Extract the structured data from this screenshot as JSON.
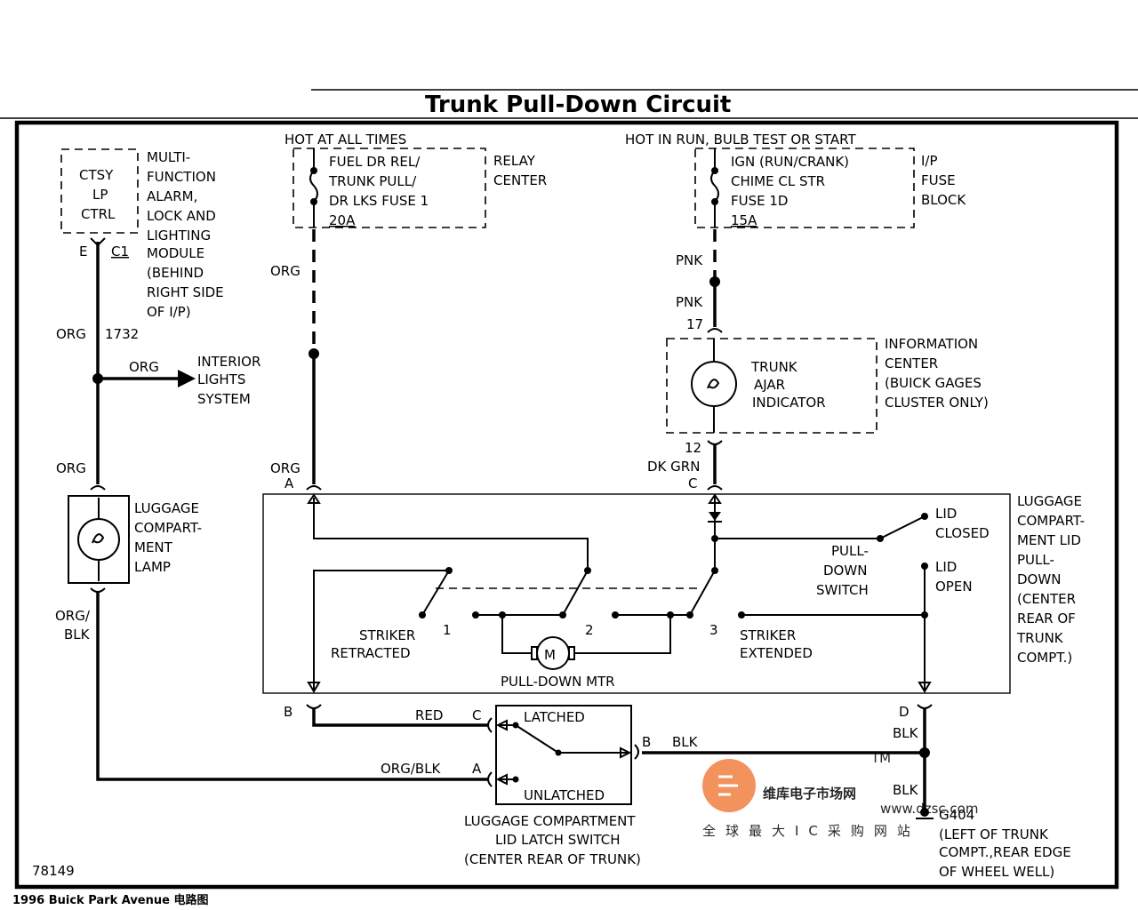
{
  "header": {
    "title": "Trunk  Pull-Down Circuit"
  },
  "footer": {
    "caption": "1996   Buick   Park Avenue   电路图",
    "figure_number": "78149"
  },
  "components": {
    "ctsy": {
      "lines": [
        "CTSY",
        "LP",
        "CTRL"
      ]
    },
    "mfa": {
      "lines": [
        "MULTI-",
        "FUNCTION",
        "ALARM,",
        "LOCK AND",
        "LIGHTING",
        "MODULE",
        "(BEHIND",
        "RIGHT SIDE",
        "OF I/P)"
      ]
    },
    "relay_fuse": {
      "lines": [
        "FUEL DR REL/",
        "TRUNK PULL/",
        "DR LKS FUSE 1"
      ],
      "rating": "20A"
    },
    "relay_center": {
      "lines": [
        "RELAY",
        "CENTER"
      ]
    },
    "ip_fuse": {
      "lines": [
        "IGN (RUN/CRANK)",
        "CHIME CL STR",
        "FUSE 1D"
      ],
      "rating": "15A"
    },
    "ip_block": {
      "lines": [
        "I/P",
        "FUSE",
        "BLOCK"
      ]
    },
    "indicator": {
      "lines": [
        "TRUNK",
        "AJAR",
        "INDICATOR"
      ]
    },
    "info_center": {
      "lines": [
        "INFORMATION",
        "CENTER",
        "(BUICK GAGES",
        "CLUSTER ONLY)"
      ]
    },
    "interior": {
      "lines": [
        "INTERIOR",
        "LIGHTS",
        "SYSTEM"
      ]
    },
    "lamp": {
      "lines": [
        "LUGGAGE",
        "COMPART-",
        "MENT",
        "LAMP"
      ]
    },
    "pulldown_module": {
      "lines": [
        "LUGGAGE",
        "COMPART-",
        "MENT LID",
        "PULL-",
        "DOWN",
        "(CENTER",
        "REAR OF",
        "TRUNK",
        "COMPT.)"
      ]
    },
    "pulldown_switch": {
      "lines": [
        "PULL-",
        "DOWN",
        "SWITCH"
      ]
    },
    "motor": {
      "symbol": "M",
      "label": "PULL-DOWN MTR"
    },
    "striker_retracted": {
      "lines": [
        "STRIKER",
        "RETRACTED"
      ]
    },
    "striker_extended": {
      "lines": [
        "STRIKER",
        "EXTENDED"
      ]
    },
    "latch_switch": {
      "latched": "LATCHED",
      "unlatched": "UNLATCHED",
      "lines": [
        "LUGGAGE COMPARTMENT",
        "LID LATCH SWITCH",
        "(CENTER REAR OF TRUNK)"
      ]
    },
    "ground": {
      "name": "G404",
      "lines": [
        "(LEFT OF TRUNK",
        "COMPT.,REAR EDGE",
        "OF WHEEL WELL)"
      ]
    }
  },
  "labels": {
    "hot_at_all_times": "HOT AT ALL TIMES",
    "hot_in_run": "HOT IN RUN, BULB TEST OR START",
    "lid_closed": [
      "LID",
      "CLOSED"
    ],
    "lid_open": [
      "LID",
      "OPEN"
    ]
  },
  "wires": {
    "org": "ORG",
    "pnk": "PNK",
    "dk_grn": "DK GRN",
    "org_blk_split": [
      "ORG/",
      "BLK"
    ],
    "org_blk": "ORG/BLK",
    "red": "RED",
    "blk": "BLK",
    "circuit_1732": "1732"
  },
  "connectors": {
    "E": "E",
    "C1": "C1",
    "A": "A",
    "B": "B",
    "C": "C",
    "D": "D",
    "pin17": "17",
    "pin12": "12",
    "sw1": "1",
    "sw2": "2",
    "sw3": "3"
  },
  "watermark": {
    "brand": "维库电子市场网",
    "url": "www.dzsc.com",
    "tagline": "全球最大IC采购网站",
    "tm": "TM",
    "color": "#f08040"
  }
}
